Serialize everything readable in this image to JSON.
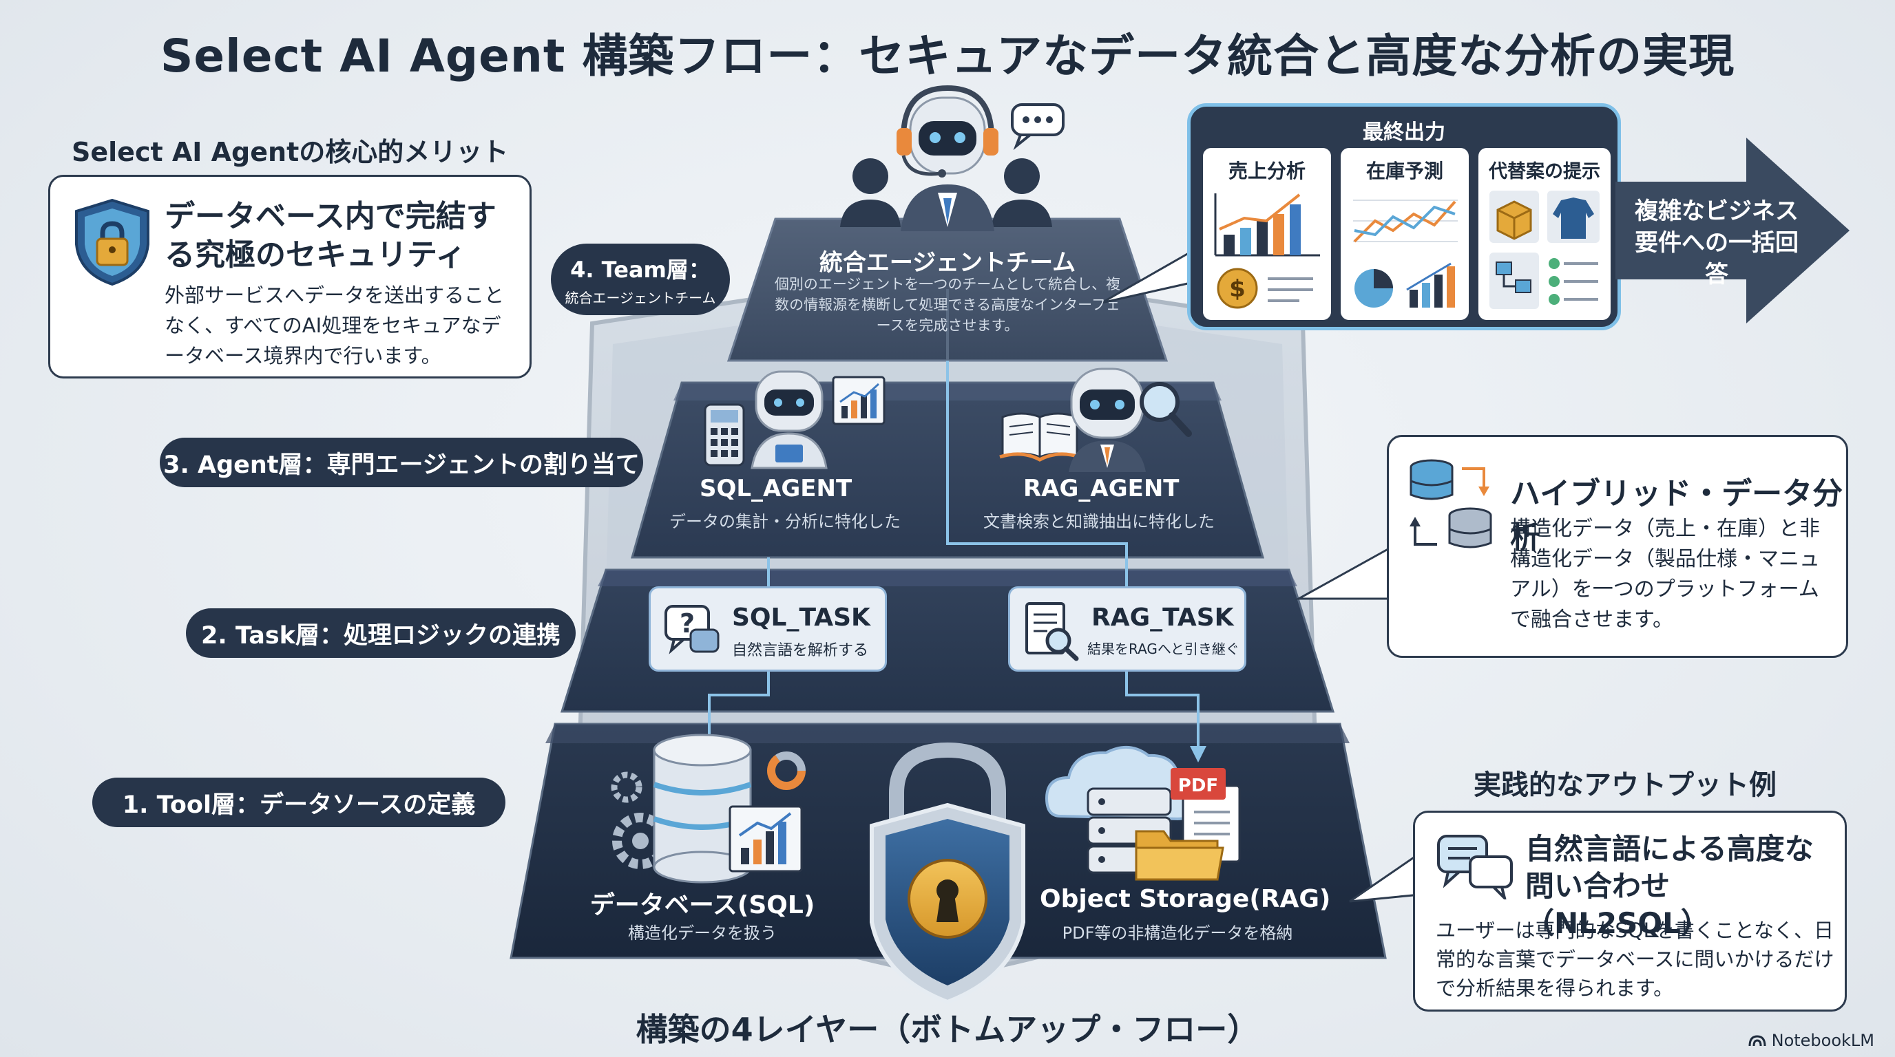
{
  "title": "Select AI Agent 構築フロー：セキュアなデータ統合と高度な分析の実現",
  "merits": {
    "heading": "Select AI Agentの核心的メリット",
    "security": {
      "title": "データベース内で完結する究極のセキュリティ",
      "body": "外部サービスへデータを送出することなく、すべてのAI処理をセキュアなデータベース境界内で行います。"
    }
  },
  "layers": {
    "team": {
      "pill_title": "4. Team層：",
      "pill_sub": "統合エージェントチーム",
      "title": "統合エージェントチーム",
      "desc": "個別のエージェントを一つのチームとして統合し、複数の情報源を横断して処理できる高度なインターフェースを完成させます。"
    },
    "agent": {
      "pill": "3. Agent層：専門エージェントの割り当て",
      "sql_agent": {
        "name": "SQL_AGENT",
        "desc": "データの集計・分析に特化した"
      },
      "rag_agent": {
        "name": "RAG_AGENT",
        "desc": "文書検索と知識抽出に特化した"
      }
    },
    "task": {
      "pill": "2. Task層：処理ロジックの連携",
      "sql_task": {
        "name": "SQL_TASK",
        "desc": "自然言語を解析する"
      },
      "rag_task": {
        "name": "RAG_TASK",
        "desc": "結果をRAGへと引き継ぐ"
      }
    },
    "tool": {
      "pill": "1. Tool層：データソースの定義",
      "db": {
        "name": "データベース(SQL)",
        "desc": "構造化データを扱う"
      },
      "storage": {
        "name": "Object Storage(RAG)",
        "desc": "PDF等の非構造化データを格納"
      },
      "pdf_label": "PDF"
    }
  },
  "footer": "構築の4レイヤー（ボトムアップ・フロー）",
  "final_output": {
    "heading": "最終出力",
    "cards": [
      "売上分析",
      "在庫予測",
      "代替案の提示"
    ],
    "arrow_text": "複雑なビジネス要件への一括回答"
  },
  "hybrid": {
    "title": "ハイブリッド・データ分析",
    "body": "構造化データ（売上・在庫）と非構造化データ（製品仕様・マニュアル）を一つのプラットフォームで融合させます。"
  },
  "practical": {
    "heading": "実践的なアウトプット例",
    "title": "自然言語による高度な問い合わせ（NL2SQL）",
    "body": "ユーザーは専門的なSQLを書くことなく、日常的な言葉でデータベースに問いかけるだけで分析結果を得られます。"
  },
  "brand": "NotebookLM",
  "colors": {
    "navy": "#1f2d44",
    "layer_dark": "#2b3b55",
    "accent_blue": "#5aa6d6",
    "gold": "#e4a93a",
    "orange": "#e9893c",
    "red_pdf": "#d9473c"
  }
}
